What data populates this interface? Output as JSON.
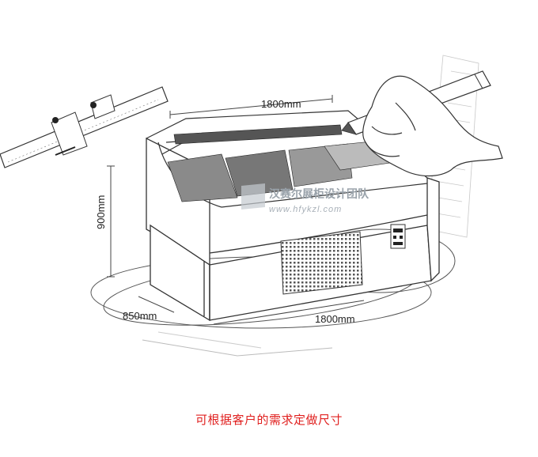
{
  "dimensions": {
    "top_width": "1800mm",
    "height": "900mm",
    "depth": "850mm",
    "bottom_width": "1800mm"
  },
  "watermark": {
    "title": "汉赛尔展柜设计团队",
    "url": "www.hfykzl.com"
  },
  "caption": "可根据客户的需求定做尺寸",
  "colors": {
    "caption": "#e0201f",
    "line": "#333333",
    "watermark": "#9aa3ab"
  }
}
